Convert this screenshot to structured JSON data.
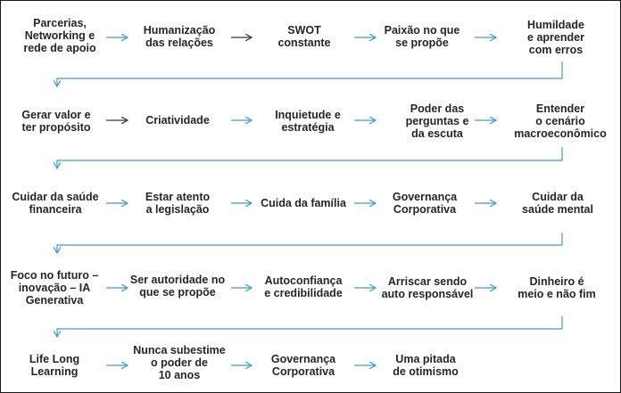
{
  "rows": [
    {
      "nodes": [
        "Parcerias,\nNetworking e\nrede de apoio",
        "Humanização\ndas relações",
        "SWOT\nconstante",
        "Paixão no que\nse propõe",
        "Humildade\ne aprender\ncom erros"
      ]
    },
    {
      "nodes": [
        "Gerar valor e\nter propósito",
        "Criatividade",
        "Inquietude e\nestratégia",
        "Poder das\nperguntas e\nda escuta",
        "Entender\no cenário\nmacroeconômico"
      ]
    },
    {
      "nodes": [
        "Cuidar da saúde\nfinanceira",
        "Estar atento\na legislação",
        "Cuida da família",
        "Governança\nCorporativa",
        "Cuidar da\nsaúde mental"
      ]
    },
    {
      "nodes": [
        "Foco no futuro –\ninovação – IA\nGenerativa",
        "Ser autoridade no\nque se propõe",
        "Autoconfiança\ne credibilidade",
        "Arriscar sendo\nauto responsável",
        "Dinheiro é\nmeio e não fim"
      ]
    },
    {
      "nodes": [
        "Life Long\nLearning",
        "Nunca subestime\no poder de\n10 anos",
        "Governança\nCorporativa",
        "Uma pitada\nde otimismo"
      ]
    }
  ],
  "colors": {
    "arrow_blue": "#3d9bd1",
    "arrow_dark": "#2b3a4a",
    "text": "#262626",
    "border": "#1a1a1a"
  }
}
